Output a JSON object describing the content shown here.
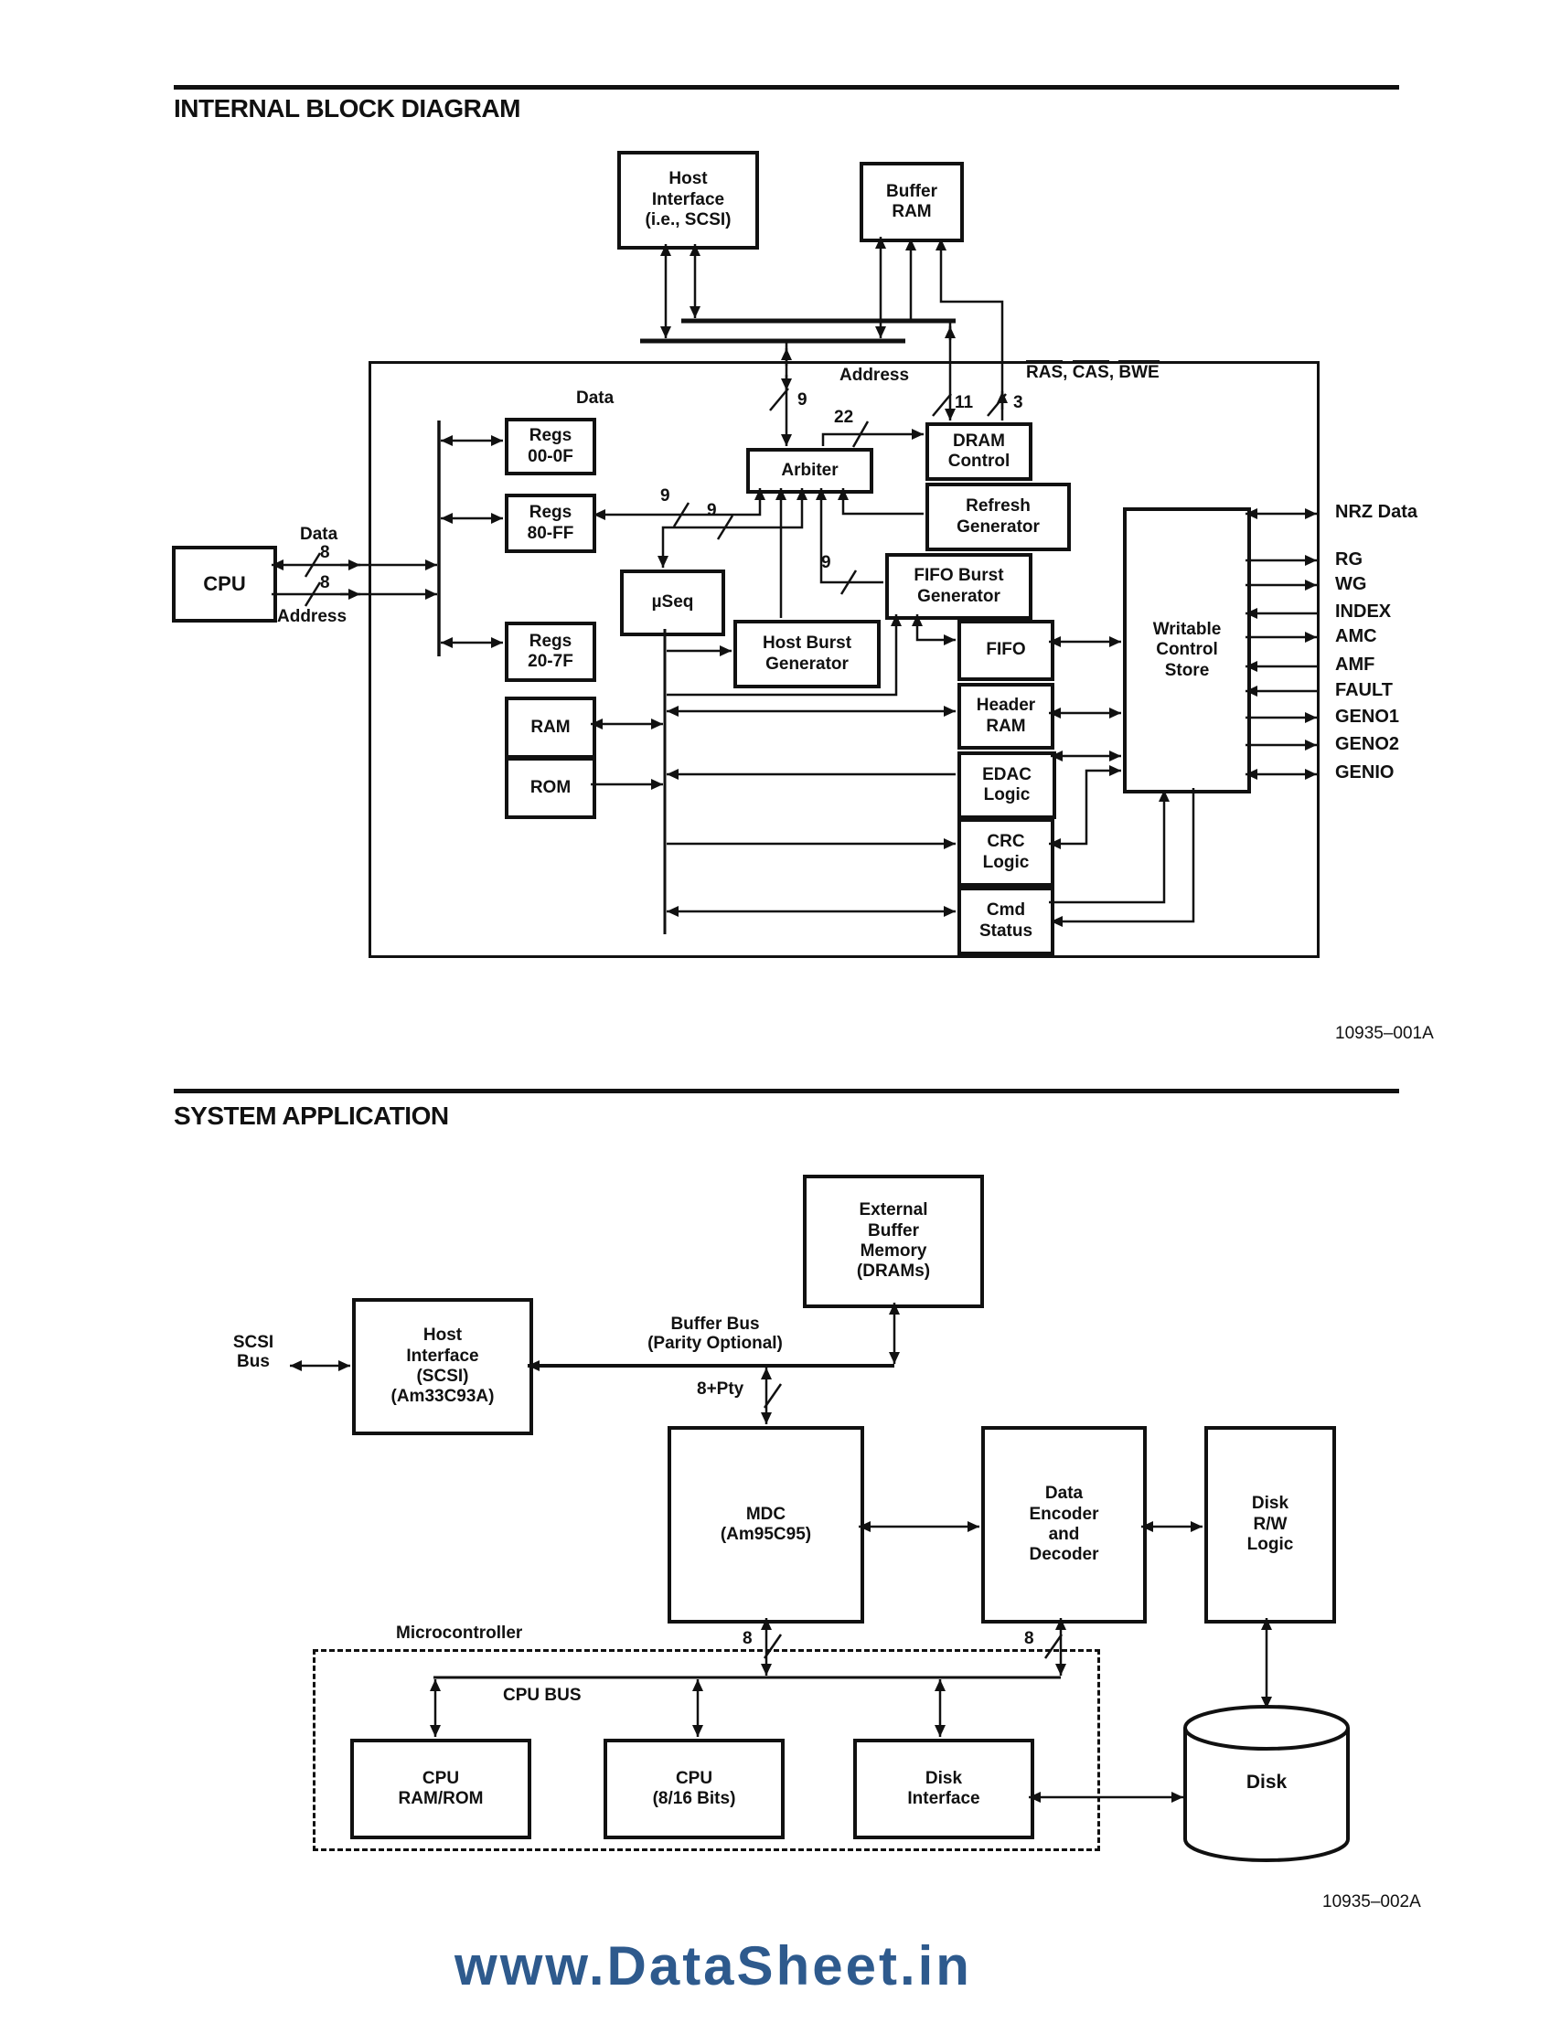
{
  "internal": {
    "title": "INTERNAL BLOCK DIAGRAM",
    "figure_ref": "10935–001A",
    "blocks": {
      "host_interface": "Host\nInterface\n(i.e., SCSI)",
      "buffer_ram": "Buffer\nRAM",
      "cpu": "CPU",
      "regs_00_0f": "Regs\n00-0F",
      "regs_80_ff": "Regs\n80-FF",
      "regs_20_7f": "Regs\n20-7F",
      "ram": "RAM",
      "rom": "ROM",
      "arbiter": "Arbiter",
      "useq": "µSeq",
      "host_burst_generator": "Host Burst\nGenerator",
      "dram_control": "DRAM\nControl",
      "refresh_generator": "Refresh\nGenerator",
      "fifo_burst_generator": "FIFO Burst\nGenerator",
      "fifo": "FIFO",
      "header_ram": "Header\nRAM",
      "edac_logic": "EDAC\nLogic",
      "crc_logic": "CRC\nLogic",
      "cmd_status": "Cmd\nStatus",
      "writable_control_store": "Writable\nControl\nStore"
    },
    "labels": {
      "data": "Data",
      "address": "Address",
      "ras": "RAS",
      "cas": "CAS",
      "bwe": "BWE",
      "sep": ", ",
      "cpu_data": "Data",
      "cpu_address": "Address"
    },
    "wire_widths": {
      "data": "9",
      "address": "11",
      "control": "3",
      "arbiter_dram": "22",
      "regs_path": "9",
      "useq_path": "9",
      "fifo_path": "9",
      "cpu_data": "8",
      "cpu_address": "8"
    },
    "signals": [
      "NRZ Data",
      "RG",
      "WG",
      "INDEX",
      "AMC",
      "AMF",
      "FAULT",
      "GENO1",
      "GENO2",
      "GENIO"
    ]
  },
  "system": {
    "title": "SYSTEM APPLICATION",
    "figure_ref": "10935–002A",
    "blocks": {
      "external_buffer_memory": "External\nBuffer\nMemory\n(DRAMs)",
      "host_interface_scsi": "Host\nInterface\n(SCSI)\n(Am33C93A)",
      "mdc": "MDC\n(Am95C95)",
      "data_encoder": "Data\nEncoder\nand\nDecoder",
      "disk_rw_logic": "Disk\nR/W\nLogic",
      "cpu_ram_rom": "CPU\nRAM/ROM",
      "cpu_8_16": "CPU\n(8/16 Bits)",
      "disk_interface": "Disk\nInterface",
      "disk": "Disk"
    },
    "labels": {
      "scsi_bus": "SCSI\nBus",
      "buffer_bus": "Buffer Bus\n(Parity Optional)",
      "microcontroller": "Microcontroller",
      "cpu_bus": "CPU BUS"
    },
    "wire_widths": {
      "buffer_bus": "8+Pty",
      "mdc_cpu": "8",
      "encoder_cpu": "8"
    }
  },
  "watermark": {
    "text": "www.DataSheet.in",
    "color": "#2e5a8d"
  }
}
